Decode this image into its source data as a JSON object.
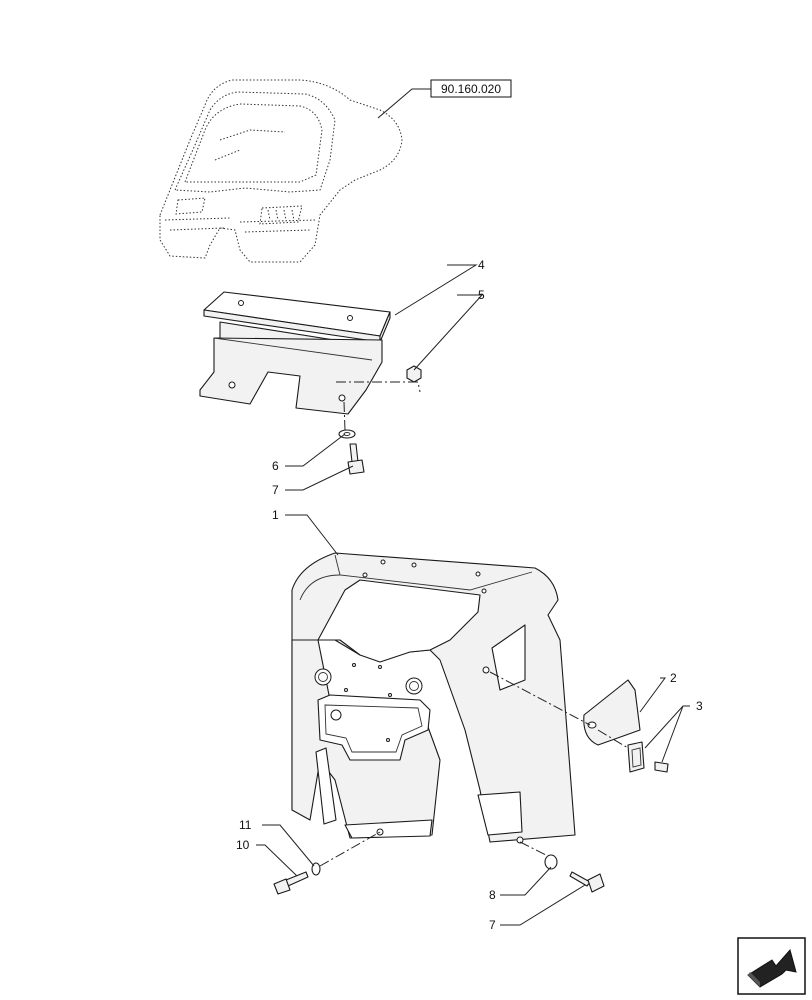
{
  "diagram": {
    "reference_label": "90.160.020",
    "callouts": {
      "c1": "1",
      "c2": "2",
      "c3": "3",
      "c4": "4",
      "c5": "5",
      "c6": "6",
      "c7a": "7",
      "c7b": "7",
      "c8": "8",
      "c10": "10",
      "c11": "11"
    },
    "nav_icon": "next-page-arrow-icon"
  }
}
